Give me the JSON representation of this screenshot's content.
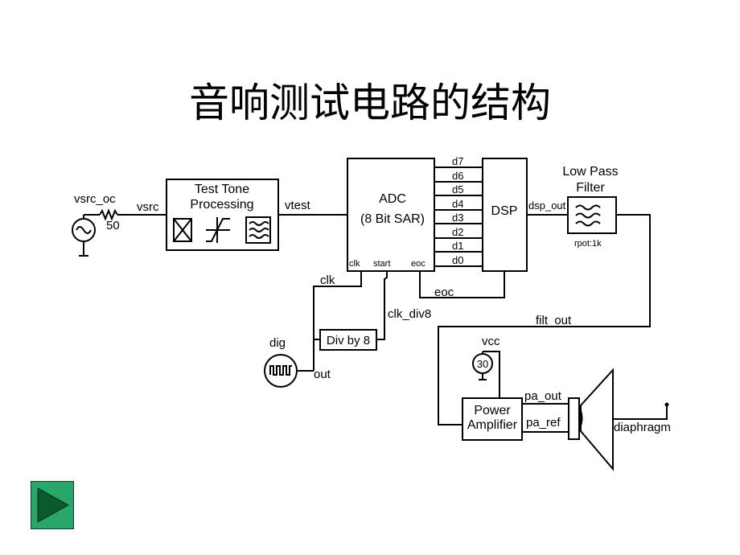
{
  "title": "音响测试电路的结构",
  "diagram": {
    "vsrc_oc": "vsrc_oc",
    "r50": "50",
    "vsrc": "vsrc",
    "ttp_line1": "Test Tone",
    "ttp_line2": "Processing",
    "vtest": "vtest",
    "adc_line1": "ADC",
    "adc_line2": "(8 Bit SAR)",
    "adc_clk": "clk",
    "adc_start": "start",
    "adc_eoc": "eoc",
    "bits": [
      "d7",
      "d6",
      "d5",
      "d4",
      "d3",
      "d2",
      "d1",
      "d0"
    ],
    "dsp": "DSP",
    "dsp_out": "dsp_out",
    "lpf_line1": "Low Pass",
    "lpf_line2": "Filter",
    "rpot": "rpot:1k",
    "eoc": "eoc",
    "clk": "clk",
    "clk_div8": "clk_div8",
    "filt_out": "filt_out",
    "dig": "dig",
    "div8": "Div by 8",
    "out": "out",
    "vcc": "vcc",
    "vcc_val": "30",
    "pa_line1": "Power",
    "pa_line2": "Amplifier",
    "pa_out": "pa_out",
    "pa_ref": "pa_ref",
    "diaphragm": "diaphragm"
  },
  "nav": {
    "next_icon": "play-triangle-icon",
    "accent": "#2aa66a"
  }
}
